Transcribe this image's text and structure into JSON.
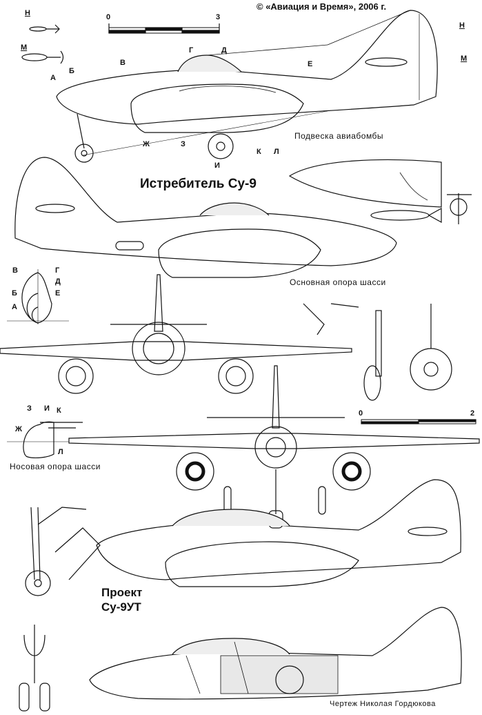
{
  "credit": "© «Авиация и Время», 2006 г.",
  "scale_top": {
    "start": "0",
    "end": "3"
  },
  "scale_mid": {
    "start": "0",
    "end": "2"
  },
  "title_main": "Истребитель Су-9",
  "captions": {
    "bomb_mount": "Подвеска авиабомбы",
    "main_gear": "Основная опора шасси",
    "nose_gear": "Носовая опора шасси",
    "author": "Чертеж Николая Гордюкова"
  },
  "project": {
    "line1": "Проект",
    "line2": "Су-9УТ"
  },
  "section_labels": {
    "A": "А",
    "B": "Б",
    "V": "В",
    "G": "Г",
    "D": "Д",
    "E": "Е",
    "Zh": "Ж",
    "Z": "З",
    "I": "И",
    "K": "К",
    "L": "Л",
    "N": "Н",
    "M": "М"
  },
  "colors": {
    "ink": "#111111",
    "background": "#ffffff"
  }
}
